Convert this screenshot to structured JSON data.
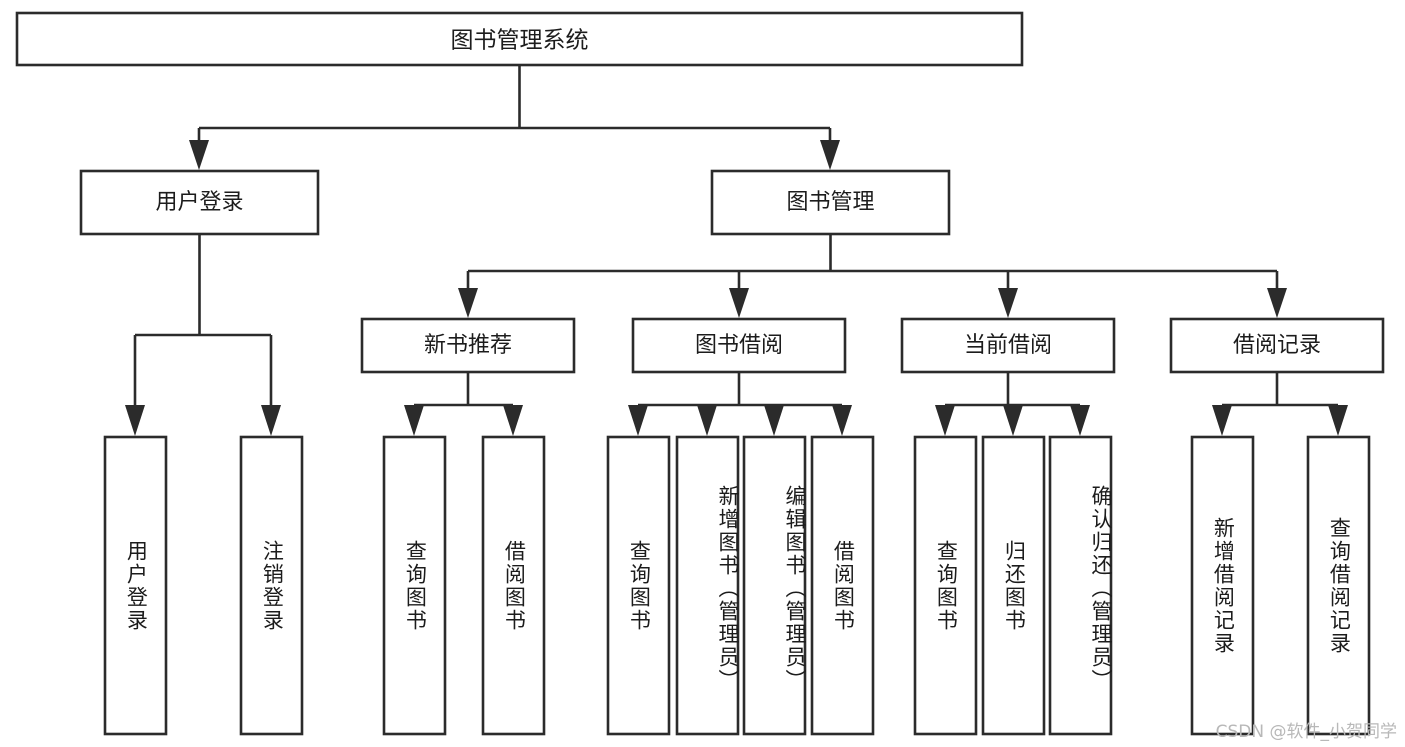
{
  "diagram": {
    "type": "tree",
    "title": "图书管理系统",
    "watermark": "CSDN @软件_小贺同学",
    "colors": {
      "stroke": "#2b2b2b",
      "fill": "#ffffff",
      "text": "#1c1c1c",
      "watermark": "#b8b8b8",
      "background": "#ffffff"
    },
    "root": {
      "label": "图书管理系统"
    },
    "level2": [
      {
        "label": "用户登录"
      },
      {
        "label": "图书管理"
      }
    ],
    "level3": [
      {
        "label": "新书推荐"
      },
      {
        "label": "图书借阅"
      },
      {
        "label": "当前借阅"
      },
      {
        "label": "借阅记录"
      }
    ],
    "leaves": {
      "user_login": [
        {
          "label": "用户登录"
        },
        {
          "label": "注销登录"
        }
      ],
      "new_book_recommend": [
        {
          "label": "查询图书"
        },
        {
          "label": "借阅图书"
        }
      ],
      "book_borrow": [
        {
          "label": "查询图书"
        },
        {
          "label": "新增图书（管理员）"
        },
        {
          "label": "编辑图书（管理员）"
        },
        {
          "label": "借阅图书"
        }
      ],
      "current_borrow": [
        {
          "label": "查询图书"
        },
        {
          "label": "归还图书"
        },
        {
          "label": "确认归还（管理员）"
        }
      ],
      "borrow_record": [
        {
          "label": "新增借阅记录"
        },
        {
          "label": "查询借阅记录"
        }
      ]
    }
  }
}
